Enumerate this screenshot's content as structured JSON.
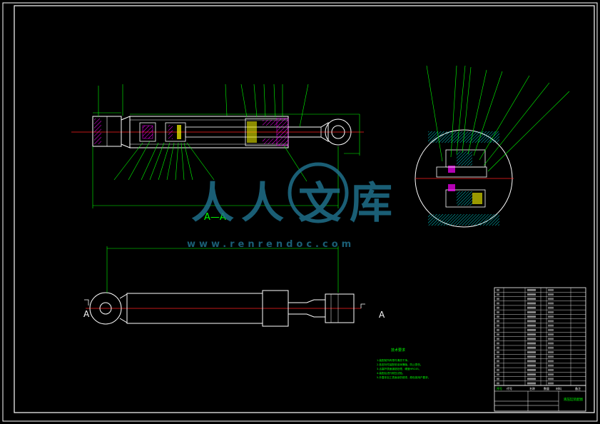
{
  "drawing": {
    "section_label": "A—A",
    "view_marker_left": "A",
    "view_marker_right": "A",
    "notes_title": "技术要求",
    "notes_lines": [
      "1.装配前所有零件清洗干净。",
      "2.各密封件装配前涂润滑脂，防止损伤。",
      "3.活塞杆表面镀铬处理，硬度HRC45。",
      "4.装配后进行耐压试验。",
      "5.外露非加工表面涂防锈漆，颜色按用户要求。"
    ],
    "title_block": {
      "col_headers": [
        "序号",
        "代号",
        "名称",
        "数量",
        "材料",
        "备注"
      ],
      "drawing_title": "液压缸装配图"
    }
  },
  "watermark": {
    "chars": [
      "人",
      "人",
      "文",
      "库"
    ],
    "url": "www.renrendoc.com"
  },
  "colors": {
    "background": "#000000",
    "line_white": "#ffffff",
    "line_green": "#00ff00",
    "centerline_red": "#ff2020",
    "section_cyan": "#00c8c8",
    "hatch_magenta": "#ff00ff",
    "seal_yellow": "#ffff00",
    "watermark": "#1f6f8a"
  }
}
